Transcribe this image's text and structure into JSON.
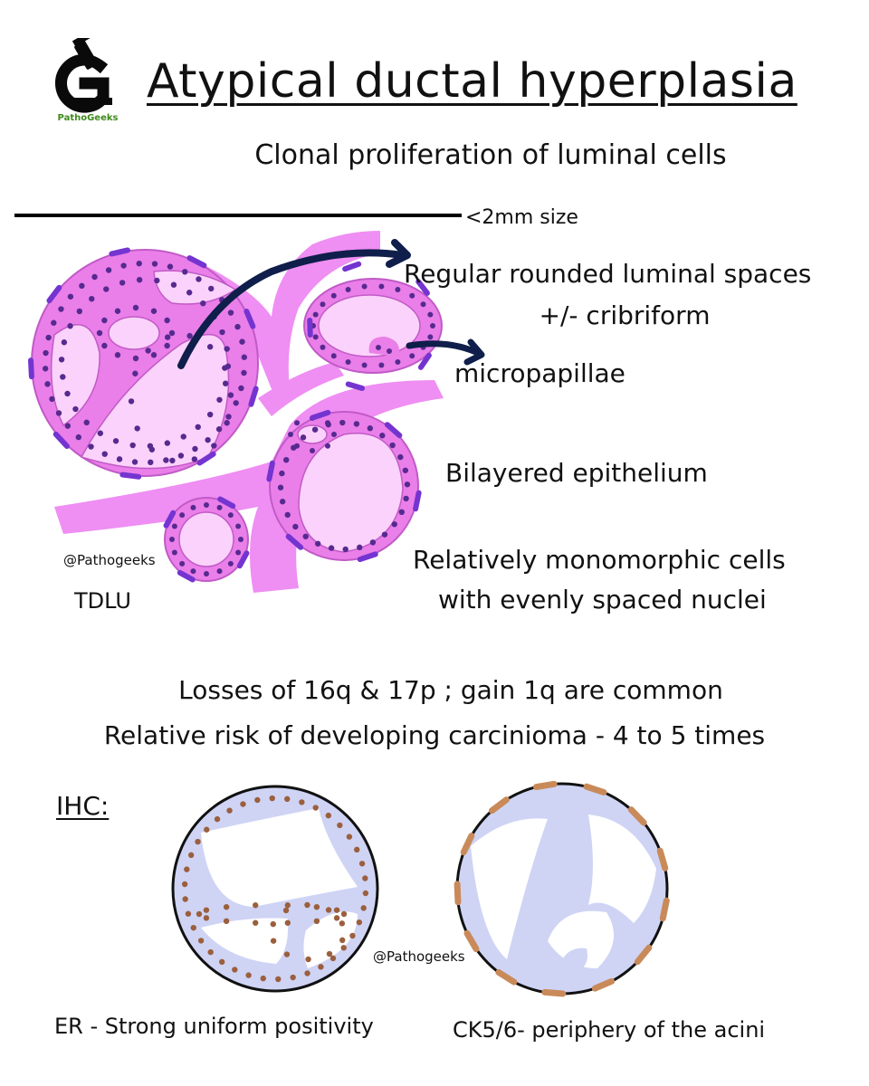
{
  "logo": {
    "text": "PathoGeeks",
    "icon": "microscope-g-icon",
    "colors": {
      "dark": "#0a0a0a",
      "green": "#3f8a1c"
    }
  },
  "title": "Atypical ductal hyperplasia",
  "subtitle": "Clonal proliferation of luminal cells",
  "scale": {
    "label": "<2mm size"
  },
  "labels": {
    "luminal_spaces": "Regular rounded luminal spaces",
    "cribriform": "+/- cribriform",
    "micropapillae": "micropapillae",
    "bilayered": "Bilayered epithelium",
    "monomorphic_1": "Relatively monomorphic cells",
    "monomorphic_2": "with evenly spaced nuclei",
    "watermark_1": "@Pathogeeks",
    "tdlu": "TDLU"
  },
  "facts": {
    "genetics": "Losses of 16q & 17p ; gain 1q are common",
    "risk": "Relative risk of developing carcinioma - 4 to 5 times"
  },
  "ihc": {
    "heading": "IHC:",
    "watermark": "@Pathogeeks",
    "er_caption": "ER - Strong uniform positivity",
    "ck_caption": "CK5/6-  periphery of the acini"
  },
  "colors": {
    "stroma": "#ef8ef3",
    "epithelium": "#ea7fe9",
    "epithelium_border": "#c15ac7",
    "lumen": "#fbd2fb",
    "nucleus": "#562a8f",
    "myoepithelial": "#7434d0",
    "arrow": "#0f1e4a",
    "ihc_epithelium": "#cfd4f5",
    "ihc_brown": "#9b5f3e",
    "ihc_ck_brown": "#c98a5a"
  }
}
